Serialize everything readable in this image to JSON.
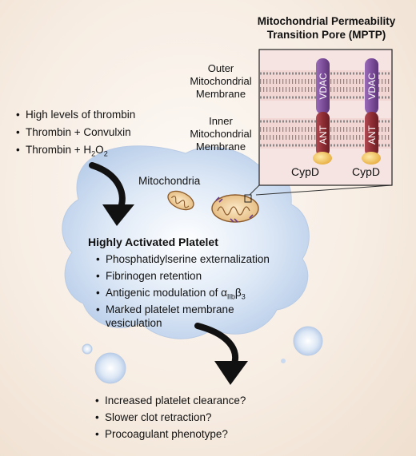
{
  "inset": {
    "title_line1": "Mitochondrial Permeability",
    "title_line2": "Transition Pore (MPTP)",
    "outer_label": [
      "Outer",
      "Mitochondrial",
      "Membrane"
    ],
    "inner_label": [
      "Inner",
      "Mitochondrial",
      "Membrane"
    ],
    "vdac_label": "VDAC",
    "ant_label": "ANT",
    "cypd_label": "CypD"
  },
  "stimuli": {
    "items": [
      "High levels of thrombin",
      "Thrombin + Convulxin",
      "Thrombin + H",
      "2",
      "O",
      "2"
    ]
  },
  "mito_label": "Mitochondria",
  "platelet": {
    "title": "Highly Activated Platelet",
    "items": [
      "Phosphatidylserine externalization",
      "Fibrinogen retention",
      "Antigenic modulation of ",
      "α",
      "IIb",
      "β",
      "3",
      "Marked platelet membrane",
      "vesiculation"
    ]
  },
  "outcomes": {
    "items": [
      "Increased platelet clearance?",
      "Slower clot retraction?",
      "Procoagulant phenotype?"
    ]
  },
  "colors": {
    "platelet_fill": "#c9d9ef",
    "inset_fill": "#f5e3e1",
    "vdac": "#7d4e9b",
    "ant": "#8e2d34",
    "cypd": "#f3c55f",
    "arrow": "#111111"
  }
}
